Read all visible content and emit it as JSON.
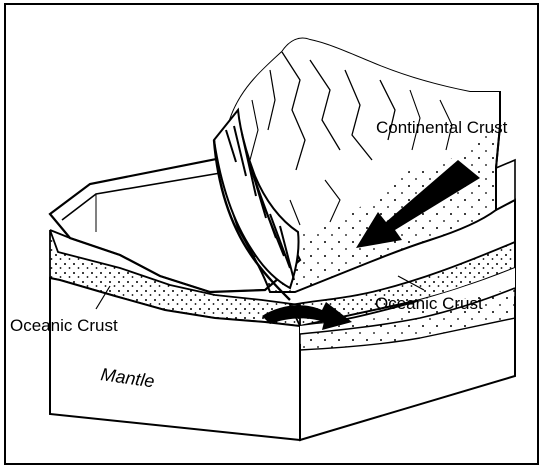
{
  "labels": {
    "continental_crust": "Continental Crust",
    "oceanic_crust_left": "Oceanic Crust",
    "oceanic_crust_right": "Oceanic Crust",
    "mantle": "Mantle"
  },
  "colors": {
    "ink": "#000000",
    "paper": "#ffffff"
  }
}
